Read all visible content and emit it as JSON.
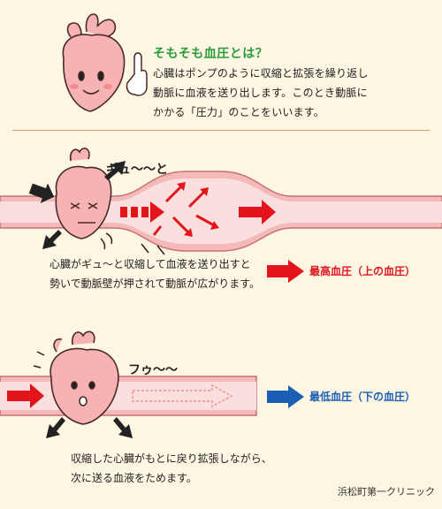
{
  "intro": {
    "title": "そもそも血圧とは？",
    "lines": [
      "心臓はポンプのように収縮と拡張を繰り返し",
      "動脈に血液を送り出します。このとき動脈に",
      "かかる「圧力」のことをいいます。"
    ]
  },
  "systole": {
    "sound": "ギュ～～と",
    "caption_lines": [
      "心臓がギュ～と収縮して血液を送り出すと",
      "勢いで動脈壁が押されて動脈が広がります。"
    ],
    "result": "最高血圧（上の血圧）"
  },
  "diastole": {
    "sound": "フゥ～～",
    "caption_lines": [
      "収縮した心臓がもとに戻り拡張しながら、",
      "次に送る血液をためます。"
    ],
    "result": "最低血圧（下の血圧）"
  },
  "credit": "浜松町第一クリニック",
  "colors": {
    "heart": "#f7b3b3",
    "heart_outline": "#4a2a2a",
    "artery": "#f4b9b9",
    "artery_dark": "#e89090",
    "red_arrow": "#e3141c",
    "blue_arrow": "#1a5fb4",
    "title_green": "#2a9a3a"
  }
}
